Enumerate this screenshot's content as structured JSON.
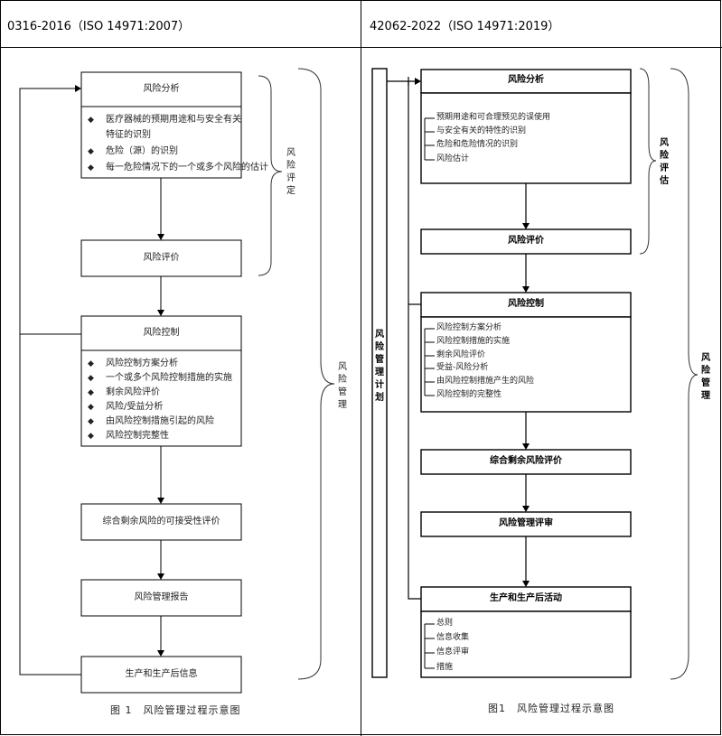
{
  "header": {
    "left": "0316-2016（ISO 14971:2007）",
    "right": "42062-2022（ISO 14971:2019）"
  },
  "left": {
    "boxes": {
      "analysis": "风险分析",
      "evaluation": "风险评价",
      "control": "风险控制",
      "residual": "综合剩余风险的可接受性评价",
      "report": "风险管理报告",
      "production": "生产和生产后信息"
    },
    "analysis_items": [
      "医疗器械的预期用途和与安全有关",
      "特征的识别",
      "危险（源）的识别",
      "每一危险情况下的一个或多个风险的估计"
    ],
    "control_items": [
      "风险控制方案分析",
      "一个或多个风险控制措施的实施",
      "剩余风险评价",
      "风险/受益分析",
      "由风险控制措施引起的风险",
      "风险控制完整性"
    ],
    "brace_assessment": "风险评定",
    "brace_management": "风险管理",
    "caption": "图 1　风险管理过程示意图"
  },
  "right": {
    "boxes": {
      "analysis": "风险分析",
      "evaluation": "风险评价",
      "control": "风险控制",
      "overall": "综合剩余风险评价",
      "review": "风险管理评审",
      "production": "生产和生产后活动"
    },
    "analysis_items": [
      "预期用途和可合理预见的误使用",
      "与安全有关的特性的识别",
      "危险和危险情况的识别",
      "风险估计"
    ],
    "control_items": [
      "风险控制方案分析",
      "风险控制措施的实施",
      "剩余风险评价",
      "受益-风险分析",
      "由风险控制措施产生的风险",
      "风险控制的完整性"
    ],
    "production_items": [
      "总则",
      "信息收集",
      "信息评审",
      "措施"
    ],
    "plan_label": "风险管理计划",
    "brace_assessment": "风险评估",
    "brace_management": "风险管理",
    "caption": "图1　风险管理过程示意图"
  }
}
